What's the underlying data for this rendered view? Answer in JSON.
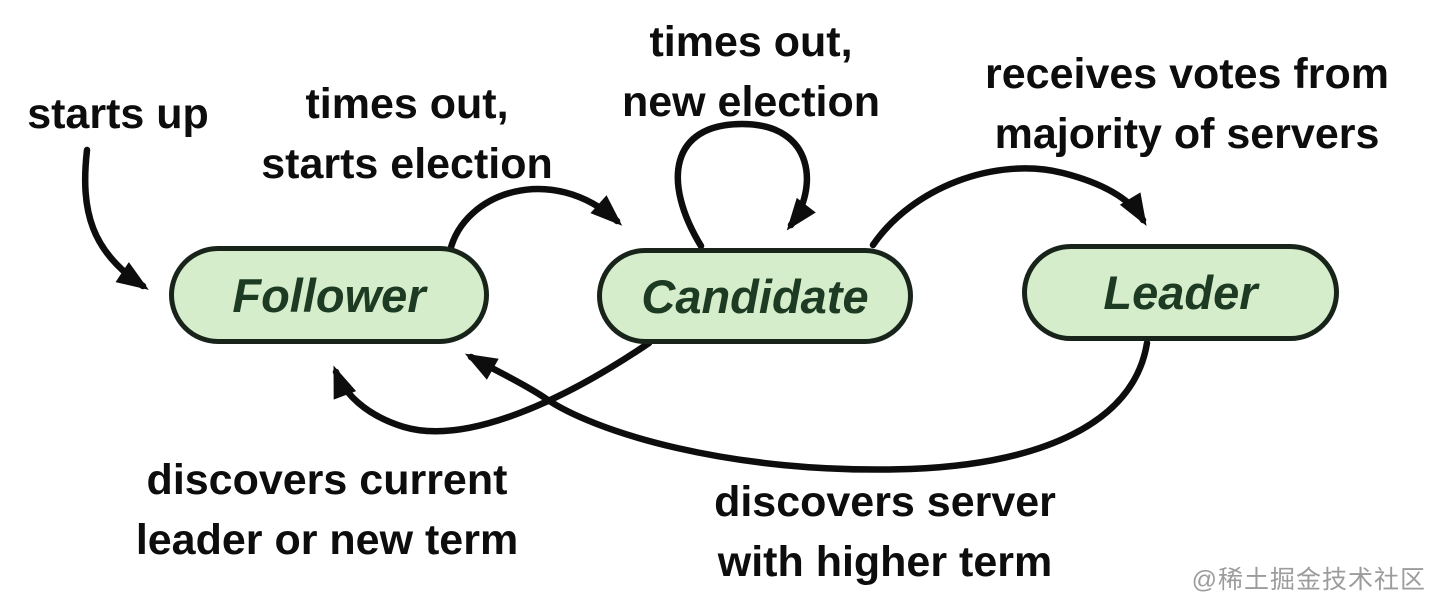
{
  "diagram": {
    "type": "state-machine",
    "subject": "raft-consensus-roles",
    "states": [
      {
        "label": "Follower"
      },
      {
        "label": "Candidate"
      },
      {
        "label": "Leader"
      }
    ],
    "transitions": [
      {
        "label": "starts up",
        "from": null,
        "to": "Follower"
      },
      {
        "label": "times out,\nstarts election",
        "from": "Follower",
        "to": "Candidate"
      },
      {
        "label": "times out,\nnew election",
        "from": "Candidate",
        "to": "Candidate"
      },
      {
        "label": "receives votes from\nmajority of servers",
        "from": "Candidate",
        "to": "Leader"
      },
      {
        "label": "discovers current\nleader or new term",
        "from": "Candidate",
        "to": "Follower"
      },
      {
        "label": "discovers server\nwith higher term",
        "from": "Leader",
        "to": "Follower"
      }
    ],
    "watermark": "@稀土掘金技术社区",
    "colors": {
      "bg": "#ffffff",
      "arrow": "#0d0d0d",
      "label-text": "#0d0d0d",
      "state-fill": "#d5edcb",
      "state-border": "#18241a",
      "state-text": "#1d3b22",
      "watermark": "#9c9c9c"
    }
  }
}
